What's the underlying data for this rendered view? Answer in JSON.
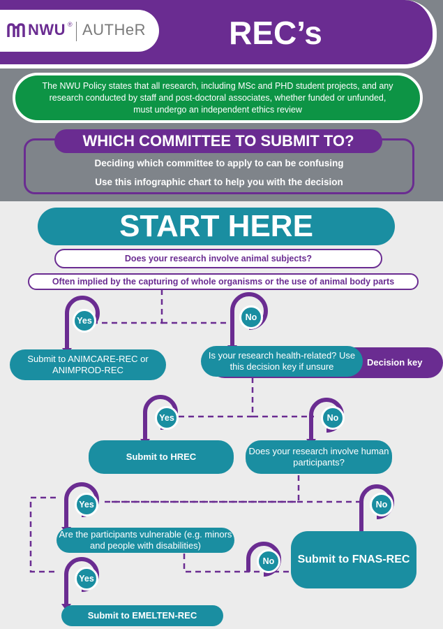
{
  "header": {
    "logo_name": "NWU",
    "logo_reg": "®",
    "logo_sub": "AUTHeR",
    "title": "REC’s"
  },
  "intro": {
    "policy": "The NWU Policy states that all research, including MSc and PHD student projects, and any research conducted by staff and post-doctoral associates, whether funded or unfunded, must undergo an independent ethics review",
    "which_title": "WHICH COMMITTEE TO SUBMIT TO?",
    "which_line1": "Deciding which committee to apply to can be confusing",
    "which_line2": "Use this infographic chart to help you with the decision"
  },
  "flow": {
    "start": "START HERE",
    "q_animals": "Does your research involve animal subjects?",
    "q_animals_hint": "Often implied by the capturing of whole organisms or the use of animal body parts",
    "yes": "Yes",
    "no": "No",
    "animcare": "Submit to ANIMCARE-REC or ANIMPROD-REC",
    "q_health": "Is your research health-related? Use this decision key if unsure",
    "decision_key": "Decision key",
    "hrec": "Submit to HREC",
    "q_human": "Does your research involve human participants?",
    "q_vulnerable": "Are the participants vulnerable (e.g. minors and people with disabilities)",
    "fnas": "Submit to FNAS-REC",
    "emelten": "Submit to EMELTEN-REC"
  },
  "colors": {
    "purple": "#6a2c91",
    "teal": "#1a8ea1",
    "green": "#0d9445",
    "grey_band": "#7f848a"
  }
}
